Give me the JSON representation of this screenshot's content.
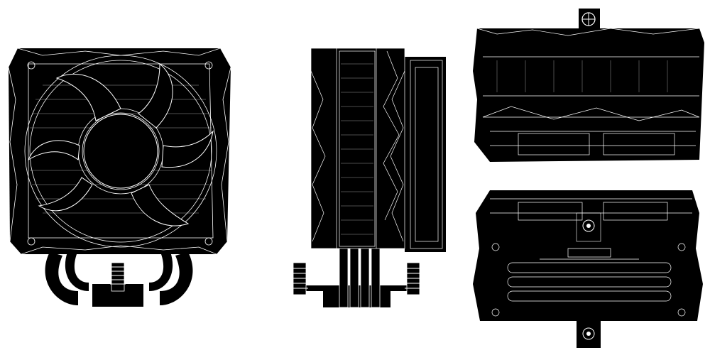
{
  "views": [
    {
      "id": "front"
    },
    {
      "id": "side"
    },
    {
      "id": "top"
    },
    {
      "id": "bottom"
    }
  ],
  "colors": {
    "fill": "#000000",
    "line": "#ffffff",
    "background": "#ffffff"
  }
}
